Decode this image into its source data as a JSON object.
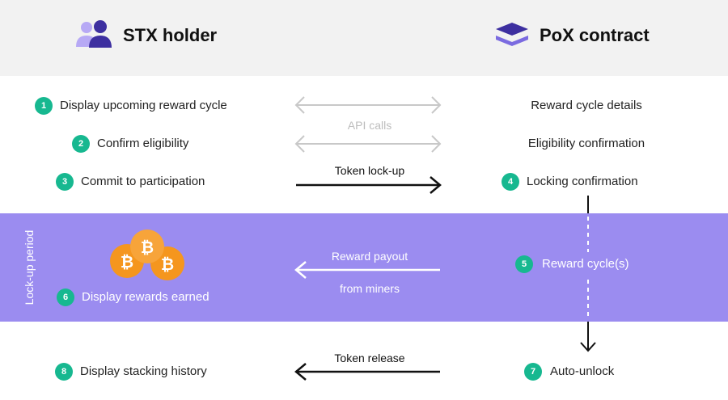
{
  "header": {
    "left_title": "STX holder",
    "right_title": "PoX contract",
    "left_icon": "users-icon",
    "right_icon": "layers-icon"
  },
  "lockup_label": "Lock-up period",
  "steps": [
    {
      "num": "1",
      "text": "Display upcoming reward cycle"
    },
    {
      "num": "2",
      "text": "Confirm eligibility"
    },
    {
      "num": "3",
      "text": "Commit to participation"
    },
    {
      "num": "4",
      "text": "Locking confirmation"
    },
    {
      "num": "5",
      "text": "Reward cycle(s)"
    },
    {
      "num": "6",
      "text": "Display rewards earned"
    },
    {
      "num": "7",
      "text": "Auto-unlock"
    },
    {
      "num": "8",
      "text": "Display stacking history"
    }
  ],
  "right_labels": {
    "reward_cycle_details": "Reward cycle details",
    "eligibility_confirmation": "Eligibility confirmation"
  },
  "arrow_labels": {
    "api_calls": "API calls",
    "token_lockup": "Token lock-up",
    "reward_payout_line1": "Reward payout",
    "reward_payout_line2": "from miners",
    "token_release": "Token release"
  },
  "colors": {
    "accent_green": "#17b890",
    "lockup_purple": "#9b8cf0",
    "coin_orange": "#f5961e",
    "icon_purple": "#3d2fa0"
  }
}
